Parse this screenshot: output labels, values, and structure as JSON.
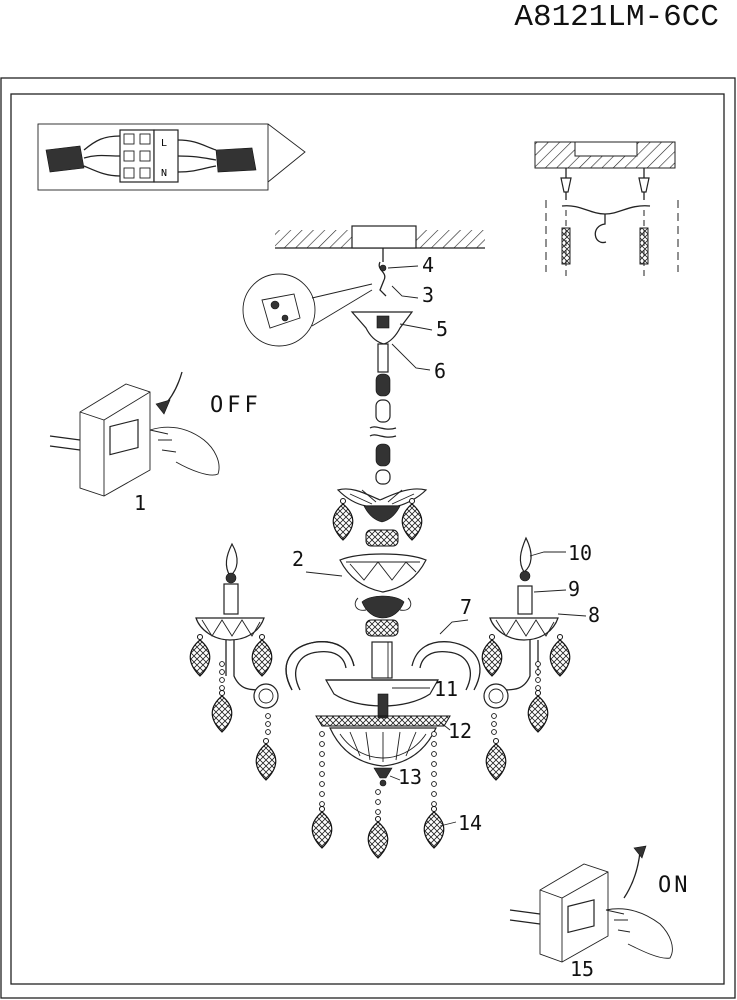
{
  "model_code": "A8121LM-6CC",
  "switch_labels": {
    "off": "OFF",
    "on": "ON"
  },
  "wiring_terminal": {
    "labels": [
      "N",
      "L"
    ]
  },
  "step_numbers": {
    "step_1": "1",
    "step_15": "15"
  },
  "callouts": {
    "c2": "2",
    "c3": "3",
    "c4": "4",
    "c5": "5",
    "c6": "6",
    "c7": "7",
    "c8": "8",
    "c9": "9",
    "c10": "10",
    "c11": "11",
    "c12": "12",
    "c13": "13",
    "c14": "14"
  }
}
